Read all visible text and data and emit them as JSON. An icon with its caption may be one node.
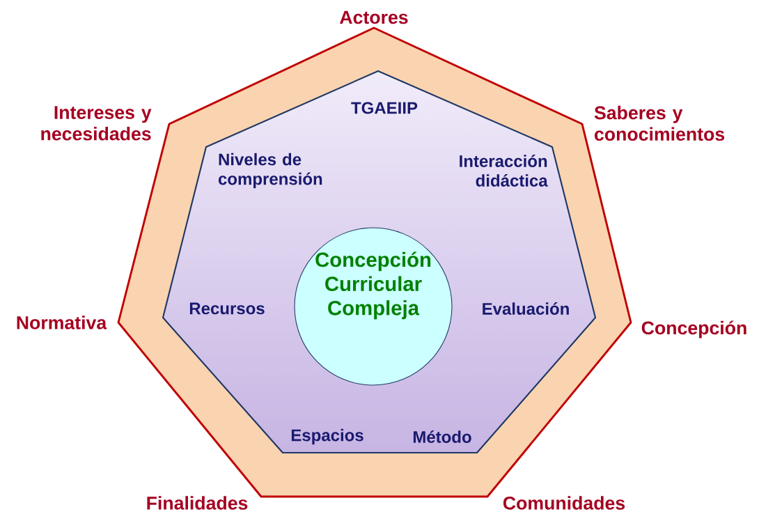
{
  "diagram": {
    "nodes": [
      {
        "text": [
          "Actores",
          "Saberes y conocimientos",
          "Concepción",
          "Comunidades",
          "Finalidades",
          "Normativa",
          "Intereses y necesidades"
        ]
      },
      {
        "text": [
          "TGAEIIP",
          "Interacción didáctica",
          "Evaluación",
          "Método",
          "Espacios",
          "Recursos",
          "Niveles de comprensión"
        ],
        "in": 0
      },
      {
        "text": [
          "Concepción Curricular Compleja"
        ],
        "in": 1
      }
    ]
  }
}
